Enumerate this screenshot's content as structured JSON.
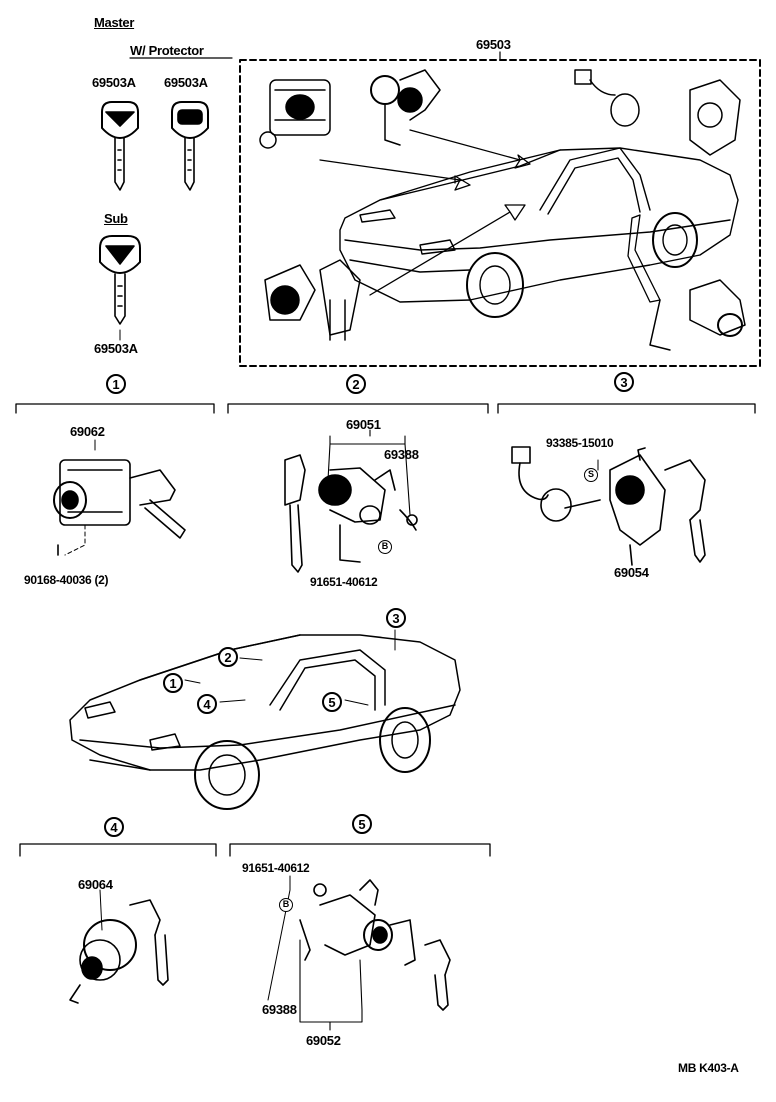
{
  "keys": {
    "master_heading": "Master",
    "protector_heading": "W/ Protector",
    "sub_heading": "Sub",
    "master_part": "69503A",
    "protector_part": "69503A",
    "sub_part": "69503A"
  },
  "set_part": "69503",
  "sections": [
    {
      "marker": "1",
      "parts": [
        "69062",
        "90168-40036 (2)"
      ]
    },
    {
      "marker": "2",
      "parts": [
        "69051",
        "69388",
        "91651-40612"
      ],
      "sub_marker": "B"
    },
    {
      "marker": "3",
      "parts": [
        "93385-15010",
        "69054"
      ],
      "sub_marker": "S"
    },
    {
      "marker": "4",
      "parts": [
        "69064"
      ]
    },
    {
      "marker": "5",
      "parts": [
        "91651-40612",
        "69388",
        "69052"
      ],
      "sub_marker": "B"
    }
  ],
  "car_callouts": [
    "1",
    "2",
    "3",
    "4",
    "5"
  ],
  "footer_code": "MB  K403-A"
}
